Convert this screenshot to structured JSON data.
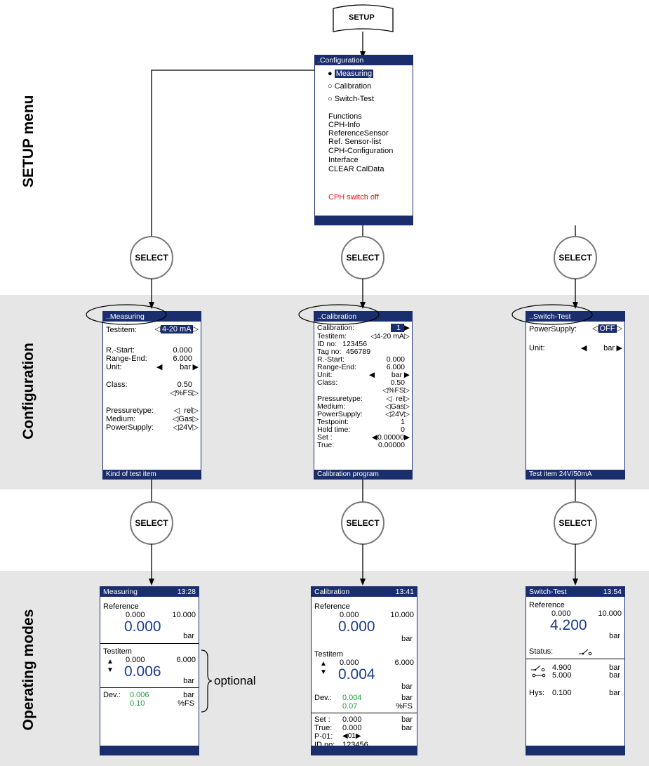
{
  "sections": {
    "setup_menu": "SETUP menu",
    "configuration": "Configuration",
    "operating_modes": "Operating modes"
  },
  "setup_button": "SETUP",
  "select_label": "SELECT",
  "optional_label": "optional",
  "setup_screen": {
    "title": ".Configuration",
    "radio_items": [
      "Measuring",
      "Calibration",
      "Switch-Test"
    ],
    "menu_items": [
      "Functions",
      "CPH-Info",
      "ReferenceSensor",
      "Ref. Sensor-list",
      "CPH-Configuration",
      "Interface",
      "CLEAR CalData"
    ],
    "switch_off": "CPH switch off"
  },
  "config_measuring": {
    "title": "..Measuring",
    "testitem_label": "Testitem:",
    "testitem_value": "4-20 mA",
    "rstart_label": "R.-Start:",
    "rstart_value": "0.000",
    "rangeend_label": "Range-End:",
    "rangeend_value": "6.000",
    "unit_label": "Unit:",
    "unit_value": "bar",
    "class_label": "Class:",
    "class_value": "0.50",
    "class_unit": "%FS",
    "pressuretype_label": "Pressuretype:",
    "pressuretype_value": "rel",
    "medium_label": "Medium:",
    "medium_value": "Gas",
    "powersupply_label": "PowerSupply:",
    "powersupply_value": "24V",
    "footer": "Kind of test item"
  },
  "config_calibration": {
    "title": "..Calibration",
    "calibration_label": "Calibration:",
    "calibration_value": "1",
    "testitem_label": "Testitem:",
    "testitem_value": "4-20 mA",
    "idno_label": "ID no:",
    "idno_value": "123456",
    "tagno_label": "Tag no:",
    "tagno_value": "456789",
    "rstart_label": "R.-Start:",
    "rstart_value": "0.000",
    "rangeend_label": "Range-End:",
    "rangeend_value": "6.000",
    "unit_label": "Unit:",
    "unit_value": "bar",
    "class_label": "Class:",
    "class_value": "0.50",
    "class_unit": "%FS",
    "pressuretype_label": "Pressuretype:",
    "pressuretype_value": "rel",
    "medium_label": "Medium:",
    "medium_value": "Gas",
    "powersupply_label": "PowerSupply:",
    "powersupply_value": "24V",
    "testpoint_label": "Testpoint:",
    "testpoint_value": "1",
    "holdtime_label": "Hold time:",
    "holdtime_value": "0",
    "set_label": "Set :",
    "set_value": "0.00000",
    "true_label": "True:",
    "true_value": "0.00000",
    "footer": "Calibration program"
  },
  "config_switch": {
    "title": "..Switch-Test",
    "powersupply_label": "PowerSupply:",
    "powersupply_value": "OFF",
    "unit_label": "Unit:",
    "unit_value": "bar",
    "footer": "Test item 24V/50mA"
  },
  "op_measuring": {
    "title": "Measuring",
    "time": "13:28",
    "reference_label": "Reference",
    "ref_min": "0.000",
    "ref_max": "10.000",
    "ref_value": "0.000",
    "ref_unit": "bar",
    "testitem_label": "Testitem",
    "ti_min": "0.000",
    "ti_max": "6.000",
    "ti_value": "0.006",
    "ti_unit": "bar",
    "dev_label": "Dev.:",
    "dev_value1": "0.006",
    "dev_unit1": "bar",
    "dev_value2": "0.10",
    "dev_unit2": "%FS"
  },
  "op_calibration": {
    "title": "Calibration",
    "time": "13:41",
    "reference_label": "Reference",
    "ref_min": "0.000",
    "ref_max": "10.000",
    "ref_value": "0.000",
    "ref_unit": "bar",
    "testitem_label": "Testitem",
    "ti_min": "0.000",
    "ti_max": "6.000",
    "ti_value": "0.004",
    "ti_unit": "bar",
    "dev_label": "Dev.:",
    "dev_value1": "0.004",
    "dev_unit1": "bar",
    "dev_value2": "0.07",
    "dev_unit2": "%FS",
    "set_label": "Set :",
    "set_value": "0.000",
    "set_unit": "bar",
    "true_label": "True:",
    "true_value": "0.000",
    "true_unit": "bar",
    "p_label": "P-01:",
    "p_value": "01",
    "idno_label": "ID no:",
    "idno_value": "123456"
  },
  "op_switch": {
    "title": "Switch-Test",
    "time": "13:54",
    "reference_label": "Reference",
    "ref_min": "0.000",
    "ref_max": "10.000",
    "ref_value": "4.200",
    "ref_unit": "bar",
    "status_label": "Status:",
    "close_value": "4.900",
    "close_unit": "bar",
    "open_value": "5.000",
    "open_unit": "bar",
    "hys_label": "Hys:",
    "hys_value": "0.100",
    "hys_unit": "bar"
  },
  "colors": {
    "title_bar": "#1a2e6e",
    "big_value": "#1a3c8c",
    "deviation": "#1f9a3c",
    "switch_off": "#e11111",
    "band": "#e6e6e6"
  }
}
